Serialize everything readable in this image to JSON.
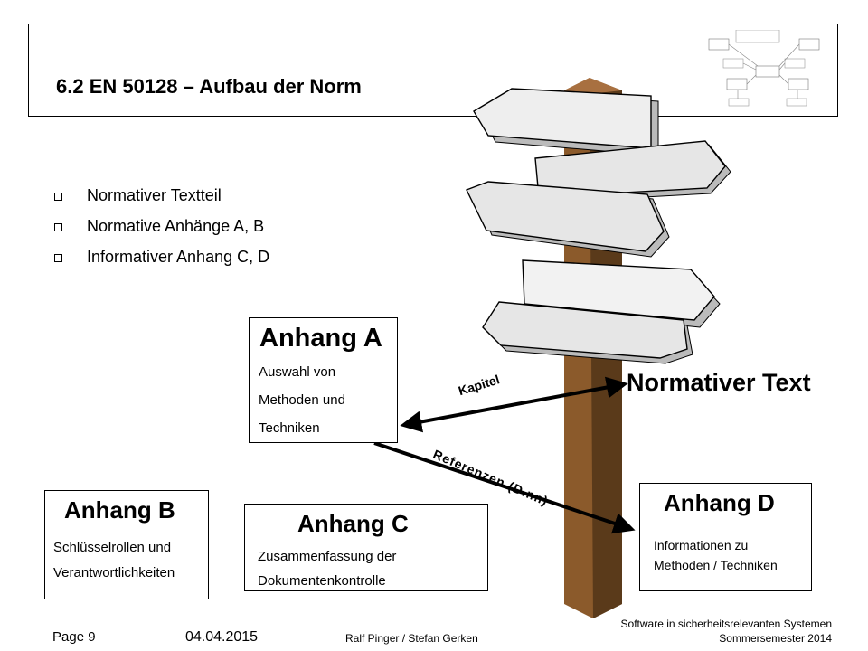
{
  "header": {
    "title": "6.2 EN 50128 – Aufbau der Norm"
  },
  "bullets": [
    "Normativer Textteil",
    "Normative Anhänge A, B",
    "Informativer Anhang C, D"
  ],
  "annexes": {
    "a": {
      "title": "Anhang A",
      "lines": [
        "Auswahl von",
        "Methoden und",
        "Techniken"
      ]
    },
    "b": {
      "title": "Anhang B",
      "lines": [
        "Schlüsselrollen und",
        "Verantwortlichkeiten"
      ]
    },
    "c": {
      "title": "Anhang C",
      "lines": [
        "Zusammenfassung der",
        "Dokumentenkontrolle"
      ]
    },
    "d": {
      "title": "Anhang D",
      "lines": [
        "Informationen zu",
        "Methoden / Techniken"
      ]
    }
  },
  "normative_text": "Normativer Text",
  "arrow_labels": {
    "kapitel": "Kapitel",
    "referenzen": "Referenzen (D.nn)"
  },
  "footer": {
    "page": "Page 9",
    "date": "04.04.2015",
    "authors": "Ralf Pinger / Stefan Gerken",
    "course_line1": "Software in sicherheitsrelevanten Systemen",
    "course_line2": "Sommersemester 2014"
  },
  "colors": {
    "post": "#8b5a2b",
    "post_dark": "#5a3a1a",
    "sign_fill": "#eeeeee",
    "sign_shadow": "#bbbbbb"
  }
}
